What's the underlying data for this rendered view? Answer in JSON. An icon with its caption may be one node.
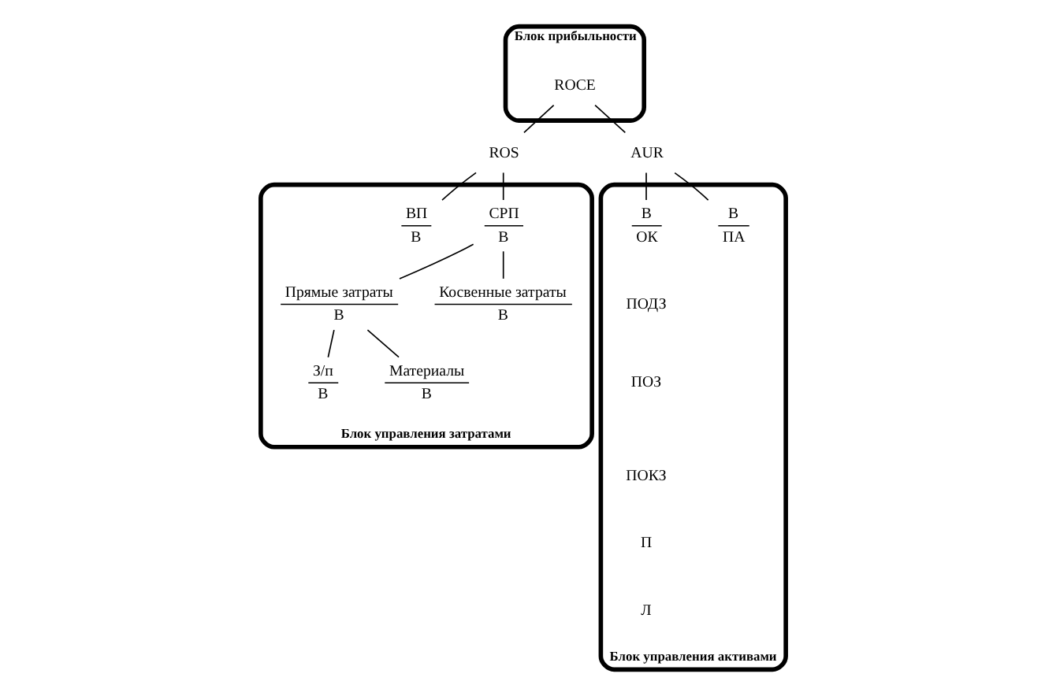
{
  "diagram": {
    "nodes": [
      {
        "text": [
          "Блок прибыльности"
        ]
      },
      {
        "text": [
          "ROCE"
        ],
        "in": 0
      },
      {
        "text": [
          "ROS"
        ]
      },
      {
        "text": [
          "AUR"
        ]
      },
      {
        "text": [
          "Блок управления затратами"
        ]
      },
      {
        "text": [
          "СРП",
          "В"
        ],
        "in": 4
      },
      {
        "text": [
          "ВП",
          "В"
        ],
        "in": 4
      },
      {
        "text": [
          "Блок управления активами"
        ]
      },
      {
        "text": [
          "В",
          "ПА"
        ],
        "in": 7
      },
      {
        "text": [
          "В",
          "ОК"
        ],
        "in": 7
      },
      {
        "text": [
          "Прямые затраты",
          "В"
        ],
        "in": 4
      },
      {
        "text": [
          "Косвенные затраты",
          "В"
        ],
        "in": 4
      },
      {
        "text": [
          "З/п",
          "В"
        ],
        "in": 4
      },
      {
        "text": [
          "Материалы",
          "В"
        ],
        "in": 4
      }
    ],
    "edges": [
      {
        "from": 1,
        "to": 2,
        "arrow": "none"
      },
      {
        "from": 1,
        "to": 3,
        "arrow": "none"
      },
      {
        "from": 2,
        "to": 5,
        "arrow": "none"
      },
      {
        "from": 2,
        "to": 6,
        "arrow": "none"
      },
      {
        "from": 3,
        "to": 8,
        "arrow": "none"
      },
      {
        "from": 3,
        "to": 9,
        "arrow": "none"
      },
      {
        "from": 5,
        "to": 10,
        "arrow": "none"
      },
      {
        "from": 5,
        "to": 11,
        "arrow": "none"
      },
      {
        "from": 10,
        "to": 12,
        "arrow": "none"
      },
      {
        "from": 10,
        "to": 13,
        "arrow": "none"
      }
    ],
    "labels": [
      "ПОДЗ",
      "ПОЗ",
      "ПОКЗ",
      "П",
      "Л"
    ]
  }
}
